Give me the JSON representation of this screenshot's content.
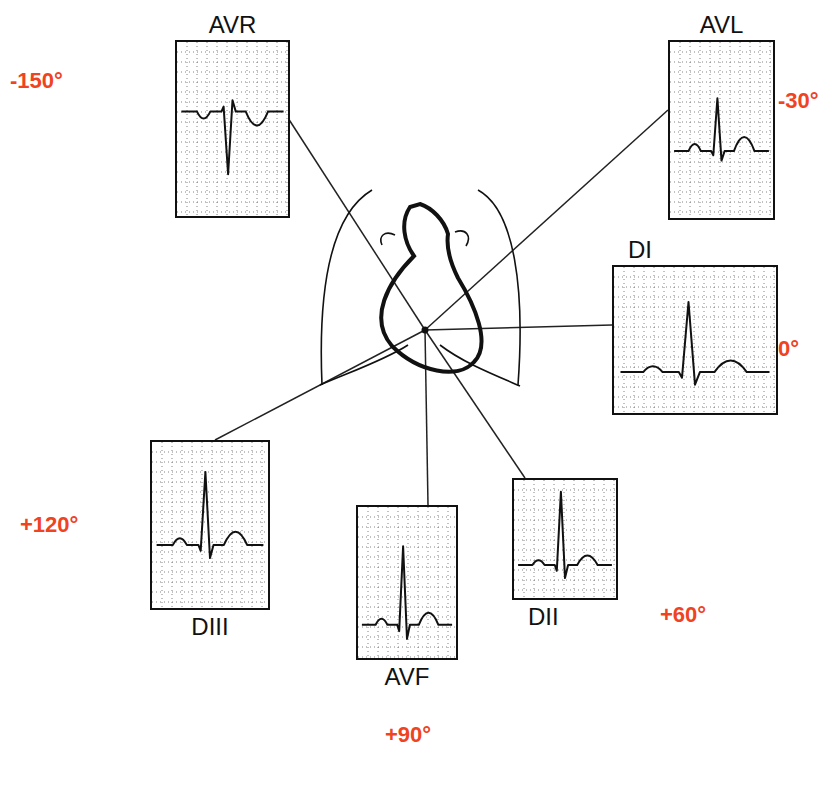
{
  "diagram": {
    "nodes": [
      {
        "text": [
          "AVR"
        ]
      },
      {
        "text": [
          "AVL"
        ]
      },
      {
        "text": [
          "DI"
        ]
      },
      {
        "text": [
          "DIII"
        ]
      },
      {
        "text": [
          "AVF"
        ]
      },
      {
        "text": [
          "DII"
        ]
      }
    ],
    "labels": [
      "-150°",
      "-30°",
      "0°",
      "+120°",
      "+90°",
      "+60°"
    ]
  }
}
